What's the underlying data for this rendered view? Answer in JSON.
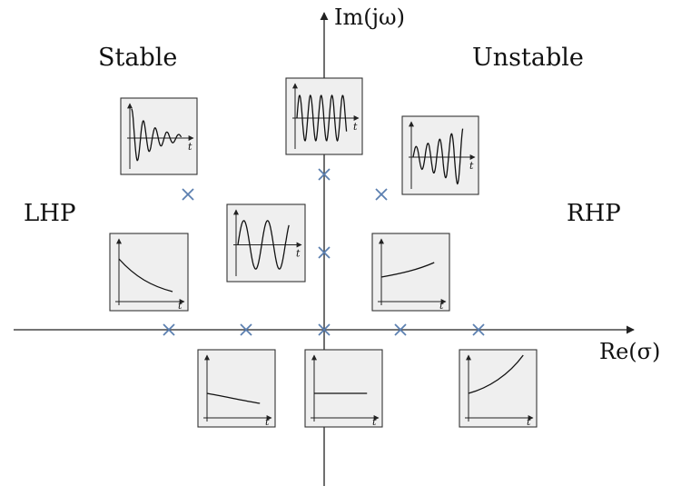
{
  "labels": {
    "stable": "Stable",
    "unstable": "Unstable",
    "lhp": "LHP",
    "rhp": "RHP",
    "real_axis": "Re(σ)",
    "imag_axis": "Im(jω)",
    "time_label": "t"
  },
  "colors": {
    "axis": "#222222",
    "pole": "#5b7fb0",
    "panel_fill": "#efefef",
    "panel_border": "#333333"
  },
  "poles": [
    {
      "position": "left-far-real"
    },
    {
      "position": "left-near-real"
    },
    {
      "position": "origin"
    },
    {
      "position": "right-near-real"
    },
    {
      "position": "right-far-real"
    },
    {
      "position": "imag-low"
    },
    {
      "position": "imag-high"
    },
    {
      "position": "left-complex"
    },
    {
      "position": "right-complex"
    }
  ],
  "panels": [
    {
      "name": "response-damped-oscillation",
      "kind": "damped-oscillation"
    },
    {
      "name": "response-sustained-oscillation-fast",
      "kind": "sustained-oscillation-fast"
    },
    {
      "name": "response-growing-oscillation",
      "kind": "growing-oscillation"
    },
    {
      "name": "response-sustained-oscillation-slow",
      "kind": "sustained-oscillation-slow"
    },
    {
      "name": "response-exponential-decay-fast",
      "kind": "decay-fast"
    },
    {
      "name": "response-exponential-growth-slow",
      "kind": "growth-slow"
    },
    {
      "name": "response-exponential-decay-slow",
      "kind": "decay-slow"
    },
    {
      "name": "response-constant",
      "kind": "constant"
    },
    {
      "name": "response-exponential-growth-fast",
      "kind": "growth-fast"
    }
  ]
}
